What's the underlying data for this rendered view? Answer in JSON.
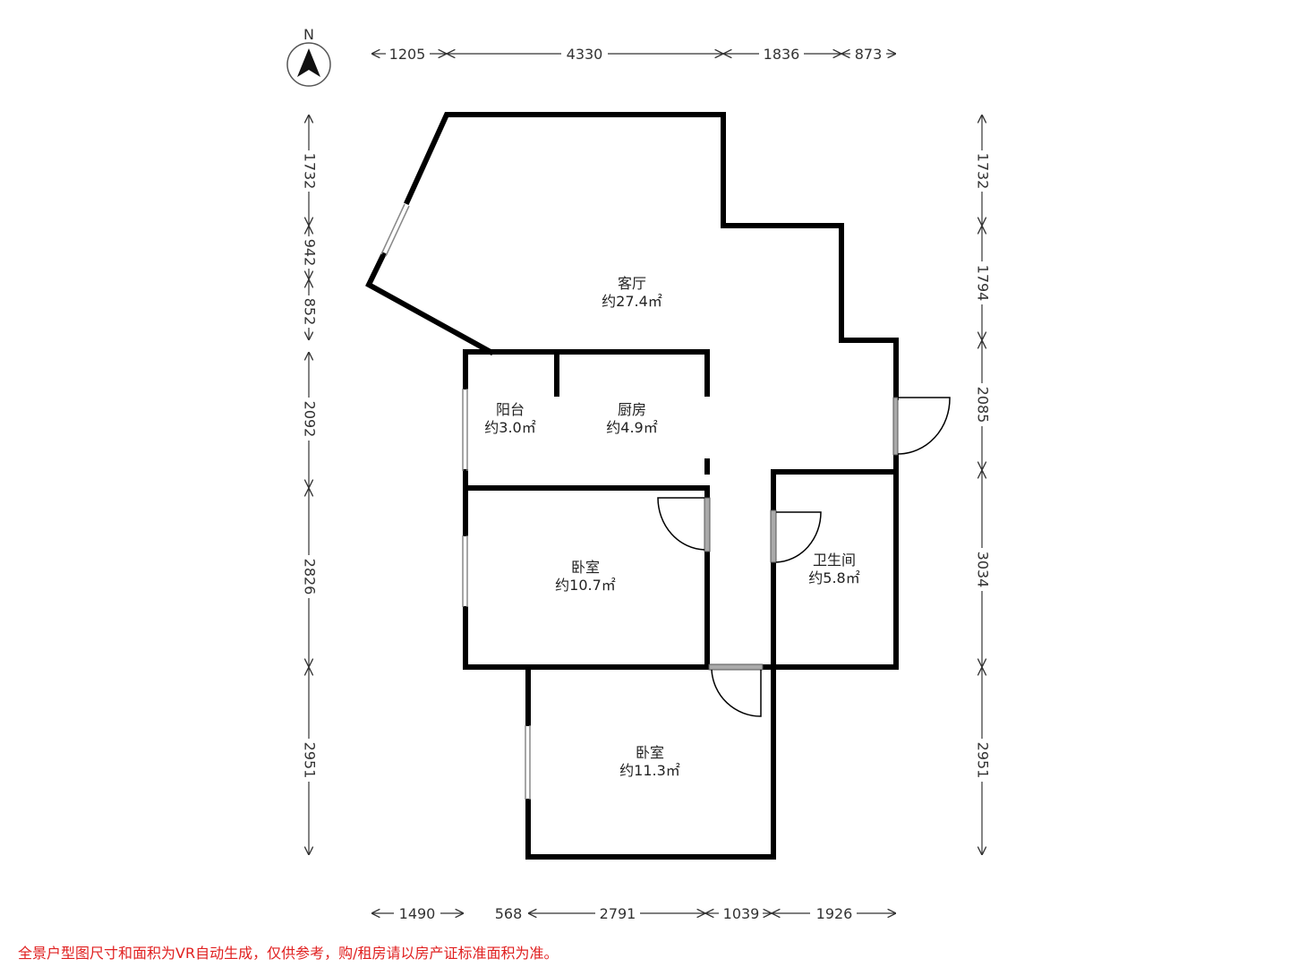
{
  "compass": {
    "label": "N"
  },
  "dims": {
    "top": [
      "1205",
      "4330",
      "1836",
      "873"
    ],
    "bottom": [
      "1490",
      "568",
      "2791",
      "1039",
      "1926"
    ],
    "left": [
      "1732",
      "942",
      "852",
      "2092",
      "2826",
      "2951"
    ],
    "right": [
      "1732",
      "1794",
      "2085",
      "3034",
      "2951"
    ]
  },
  "rooms": {
    "living": {
      "name": "客厅",
      "area": "约27.4㎡"
    },
    "balcony": {
      "name": "阳台",
      "area": "约3.0㎡"
    },
    "kitchen": {
      "name": "厨房",
      "area": "约4.9㎡"
    },
    "bedroom1": {
      "name": "卧室",
      "area": "约10.7㎡"
    },
    "bathroom": {
      "name": "卫生间",
      "area": "约5.8㎡"
    },
    "bedroom2": {
      "name": "卧室",
      "area": "约11.3㎡"
    }
  },
  "disclaimer": "全景户型图尺寸和面积为VR自动生成，仅供参考，购/租房请以房产证标准面积为准。",
  "colors": {
    "wall": "#000000",
    "disclaimer": "#e02020",
    "dimension": "#333333"
  }
}
